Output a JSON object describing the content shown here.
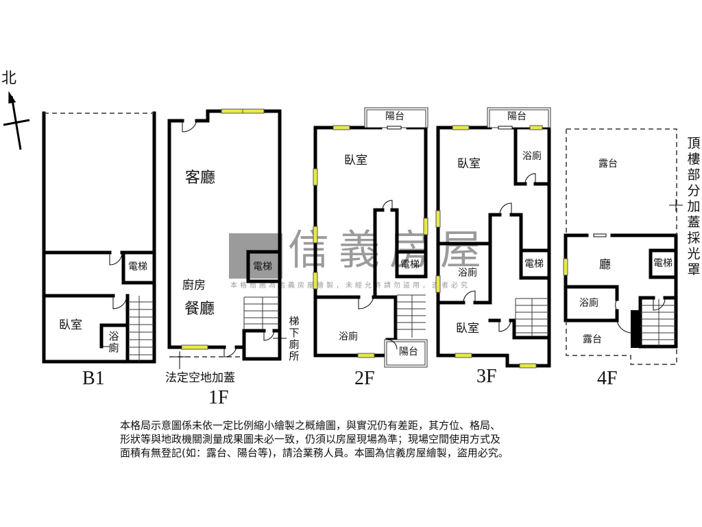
{
  "compass": {
    "label": "北",
    "icon": "north-arrow-icon"
  },
  "watermark": {
    "brand": "信義房屋",
    "subtext": "本格局圖為信義房屋繪製，未經允許請勿盜用，違者必究",
    "color": "#8a8a8a"
  },
  "colors": {
    "wall": "#000000",
    "window": "#e8e84a",
    "dashed_boundary": "#333333"
  },
  "floors": {
    "b1": {
      "label": "B1",
      "rooms": {
        "elevator": "電梯",
        "bedroom": "臥室",
        "bath": "浴廁"
      }
    },
    "f1": {
      "label": "1F",
      "rooms": {
        "living": "客廳",
        "elevator": "電梯",
        "kitchen": "廚房",
        "dining": "餐廳",
        "under_stair_toilet": "梯下廁所"
      },
      "annotation": "法定空地加蓋"
    },
    "f2": {
      "label": "2F",
      "rooms": {
        "balcony_top": "陽台",
        "bedroom": "臥室",
        "elevator": "電梯",
        "bath": "浴廁",
        "balcony_bottom": "陽台"
      }
    },
    "f3": {
      "label": "3F",
      "rooms": {
        "balcony": "陽台",
        "bedroom_top": "臥室",
        "bath_top": "浴廁",
        "elevator": "電梯",
        "bath_mid": "浴廁",
        "bedroom_bottom": "臥室"
      }
    },
    "f4": {
      "label": "4F",
      "rooms": {
        "terrace_top": "露台",
        "hall": "廳",
        "elevator": "電梯",
        "bath": "浴廁",
        "terrace_bottom": "露台"
      },
      "annotation": "頂樓部分加蓋採光罩"
    }
  },
  "disclaimer": {
    "lines": [
      "本格局示意圖係未依一定比例縮小繪製之概繪圖，與實況仍有差距，其方位、格局、",
      "形狀等與地政機關測量成果圖未必一致，仍須以房屋現場為準；現場空間使用方式及",
      "面積有無登記(如：露台、陽台等)，請洽業務人員。本圖為信義房屋繪製，盜用必究。"
    ]
  }
}
